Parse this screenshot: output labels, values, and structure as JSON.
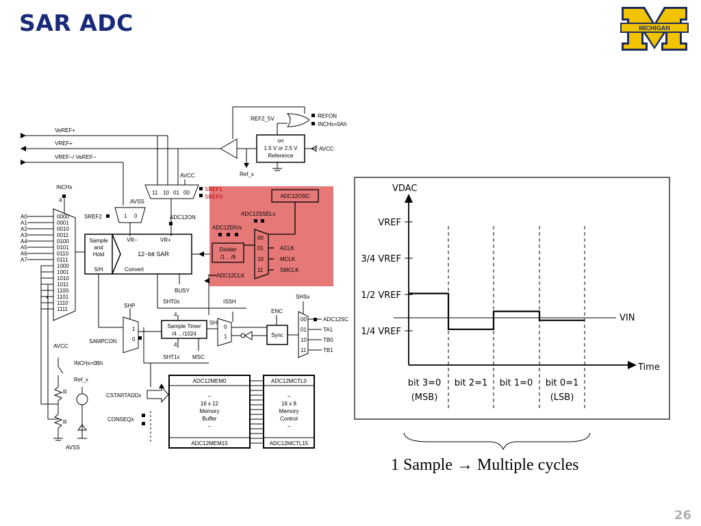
{
  "slide": {
    "title": "SAR ADC",
    "page_number": "26",
    "logo_text": "MICHIGAN",
    "caption_left": "1 Sample",
    "caption_arrow": "→",
    "caption_right": "Multiple cycles"
  },
  "block_diagram": {
    "inputs": {
      "veref_plus": "VeREF+",
      "vref_plus": "VREF+",
      "vref_minus": "VREF−/ VeREF−"
    },
    "ref_gate_in": [
      "REFON",
      "INCHx=0Ah"
    ],
    "ref2_5v": "REF2_5V",
    "reference_box": [
      "on",
      "1.5 V or 2.5 V",
      "Reference"
    ],
    "avcc_top": "AVCC",
    "ref_x": "Ref_x",
    "sref_mux": [
      "11",
      "10",
      "01",
      "00"
    ],
    "sref_labels": [
      "SREF1",
      "SREF0"
    ],
    "avcc_mux": "AVCC",
    "avss": "AVSS",
    "sref2": "SREF2",
    "sref2_mux": [
      "1",
      "0"
    ],
    "inchx": "INCHx",
    "inchx_width": "4",
    "channels": [
      "A0",
      "A1",
      "A2",
      "A3",
      "A4",
      "A5",
      "A6",
      "A7"
    ],
    "input_codes": [
      "0000",
      "0001",
      "0010",
      "0011",
      "0100",
      "0101",
      "0110",
      "0111",
      "1000",
      "1001",
      "1010",
      "1011",
      "1100",
      "1101",
      "1110",
      "1111"
    ],
    "sample_hold": [
      "Sample",
      "and",
      "Hold"
    ],
    "sh_label": "S/H",
    "sar": {
      "vr_minus": "VR−",
      "vr_plus": "VR+",
      "name": "12−bit SAR",
      "convert": "Convert"
    },
    "adc12on": "ADC12ON",
    "busy": "BUSY",
    "clock": {
      "osc": "ADC12OSC",
      "ssel": "ADC12SSELx",
      "div_label": "ADC12DIVx",
      "divider": [
        "Divider",
        "/1 .. /8"
      ],
      "mux_codes": [
        "00",
        "01",
        "10",
        "11"
      ],
      "sources": [
        "ACLK",
        "MCLK",
        "SMCLK"
      ],
      "clk_out": "ADC12CLK"
    },
    "shp": "SHP",
    "shp_mux": [
      "1",
      "0"
    ],
    "sampcon": "SAMPCON",
    "sht0x": "SHT0x",
    "sht1x": "SHT1x",
    "sht_width": "4",
    "sample_timer": [
      "Sample Timer",
      "/4 .. /1024"
    ],
    "msc": "MSC",
    "shi": "SHI",
    "issh": "ISSH",
    "issh_mux": [
      "0",
      "1"
    ],
    "enc": "ENC",
    "sync": "Sync",
    "shsx": "SHSx",
    "shs_codes": [
      "00",
      "01",
      "10",
      "11"
    ],
    "shs_sources": [
      "ADC12SC",
      "TA1",
      "TB0",
      "TB1"
    ],
    "avcc_bottom": "AVCC",
    "inchx_0bh": "INCHx=0Bh",
    "ref_x_bottom": "Ref_x",
    "r_label": "R",
    "avss_bottom": "AVSS",
    "cstartaddx": "CSTARTADDx",
    "conseqx": "CONSEQx",
    "mem": {
      "top": "ADC12MEM0",
      "body": [
        "−",
        "16 x 12",
        "Memory",
        "Buffer",
        "−"
      ],
      "bottom": "ADC12MEM15"
    },
    "mctl": {
      "top": "ADC12MCTL0",
      "body": [
        "−",
        "16 x 8",
        "Memory",
        "Control",
        "−"
      ],
      "bottom": "ADC12MCTL15"
    }
  },
  "waveform": {
    "y_axis_label": "VDAC",
    "x_axis_label": "Time",
    "y_levels": [
      "VREF",
      "3/4 VREF",
      "1/2 VREF",
      "1/4 VREF"
    ],
    "vin_label": "VIN",
    "bit_labels": [
      [
        "bit 3=0",
        "(MSB)"
      ],
      [
        "bit 2=1",
        ""
      ],
      [
        "bit 1=0",
        ""
      ],
      [
        "bit 0=1",
        "(LSB)"
      ]
    ],
    "dac_levels": [
      0.5,
      0.25,
      0.375,
      0.3125
    ],
    "vin_level": 0.33
  }
}
